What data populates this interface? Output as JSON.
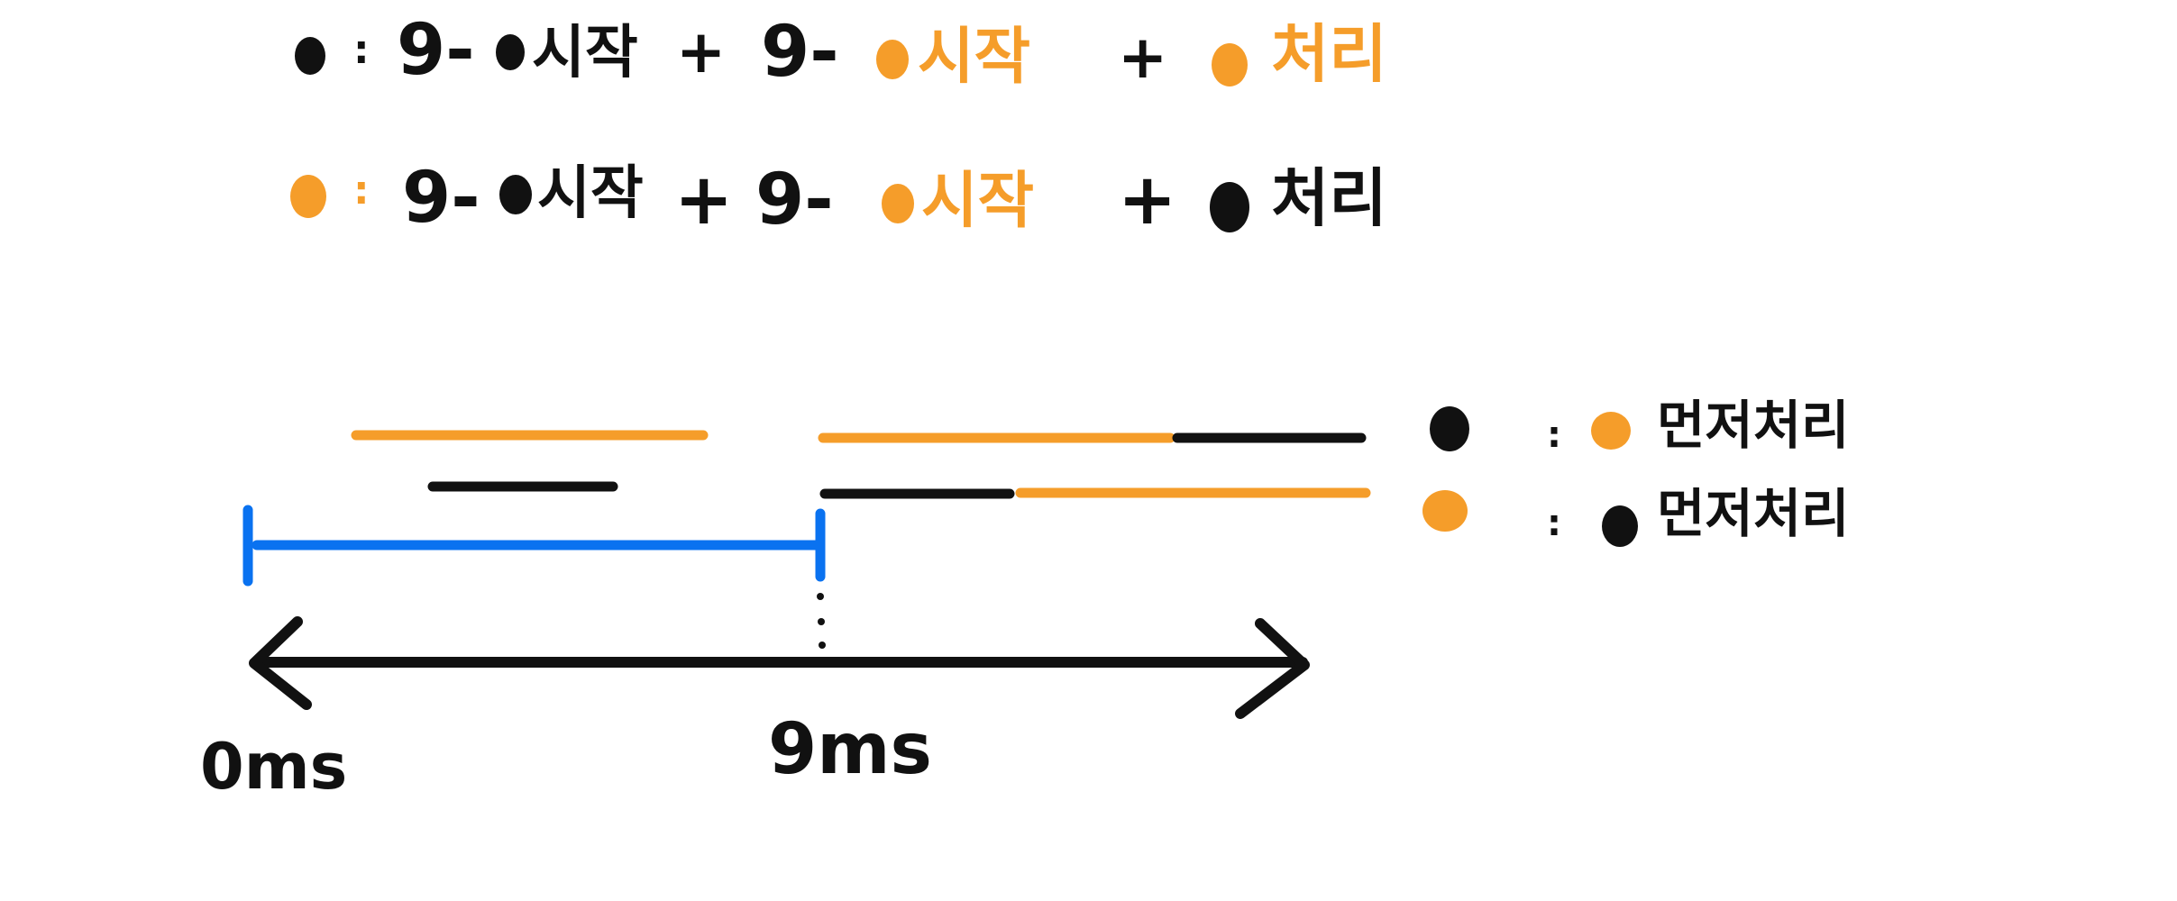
{
  "colors": {
    "black": "#111111",
    "orange": "#f59d2a",
    "blue": "#0a72f0",
    "white": "#ffffff"
  },
  "formulas": [
    {
      "marker_color": "black",
      "separator": ":",
      "parts": [
        {
          "text": "9-",
          "color": "black"
        },
        {
          "dot": "black"
        },
        {
          "text": "시작",
          "color": "black"
        },
        {
          "text": "+",
          "color": "black"
        },
        {
          "text": "9-",
          "color": "black"
        },
        {
          "dot": "orange"
        },
        {
          "text": "시작",
          "color": "orange"
        },
        {
          "text": "+",
          "color": "black"
        },
        {
          "dot": "orange"
        },
        {
          "text": "처리",
          "color": "orange"
        }
      ]
    },
    {
      "marker_color": "orange",
      "separator": ":",
      "parts": [
        {
          "text": "9-",
          "color": "black"
        },
        {
          "dot": "black"
        },
        {
          "text": "시작",
          "color": "black"
        },
        {
          "text": "+",
          "color": "black"
        },
        {
          "text": "9-",
          "color": "black"
        },
        {
          "dot": "orange"
        },
        {
          "text": "시작",
          "color": "orange"
        },
        {
          "text": "+",
          "color": "black"
        },
        {
          "dot": "black"
        },
        {
          "text": "처리",
          "color": "black"
        }
      ]
    }
  ],
  "legend": [
    {
      "marker_color": "black",
      "separator": ":",
      "first_color": "orange",
      "text": "먼저처리"
    },
    {
      "marker_color": "orange",
      "separator": ":",
      "first_color": "black",
      "text": "먼저처리"
    }
  ],
  "timeline": {
    "start_label": "0ms",
    "mid_label": "9ms"
  }
}
